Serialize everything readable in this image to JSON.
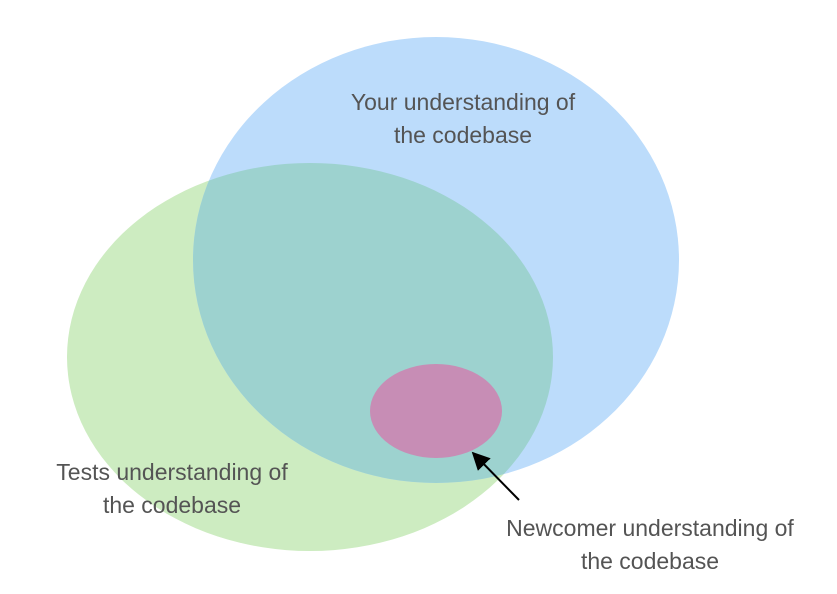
{
  "diagram": {
    "type": "venn",
    "sets": {
      "your": {
        "line1": "Your understanding of",
        "line2": "the codebase",
        "color": "#bcdcfb"
      },
      "tests": {
        "line1": "Tests understanding of",
        "line2": "the codebase",
        "color": "#cdecc1"
      },
      "newcomer": {
        "line1": "Newcomer understanding of",
        "line2": "the codebase",
        "color": "#c78db5"
      }
    },
    "overlap_color": "#9dd2cf",
    "text_color": "#545454",
    "arrow_color": "#000000"
  }
}
